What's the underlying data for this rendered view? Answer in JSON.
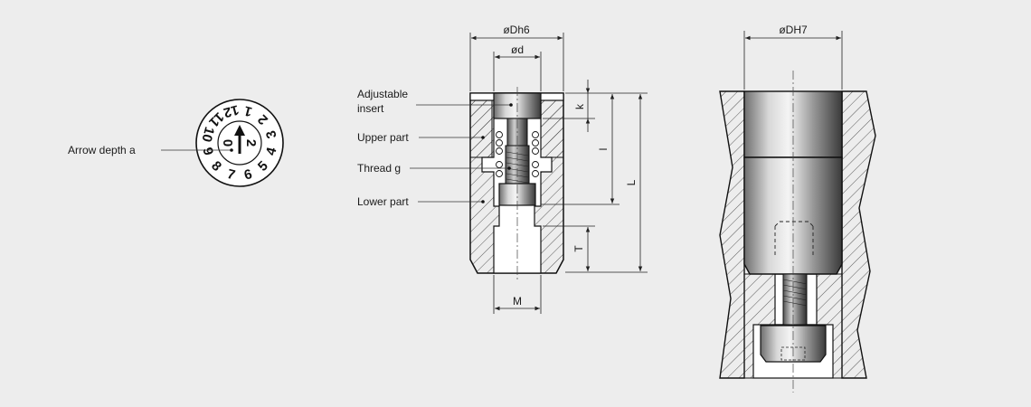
{
  "labels": {
    "arrow_depth": "Arrow depth a",
    "adjustable_insert_line1": "Adjustable",
    "adjustable_insert_line2": "insert",
    "upper_part": "Upper part",
    "thread_g": "Thread g",
    "lower_part": "Lower part"
  },
  "dimensions": {
    "outer_diameter": "øDh6",
    "inner_diameter": "ød",
    "k": "k",
    "l": "l",
    "L": "L",
    "T": "T",
    "M": "M",
    "bore_diameter": "øDH7"
  },
  "dial": {
    "center_numbers": [
      "2",
      "0"
    ],
    "ring_numbers": [
      "1",
      "2",
      "3",
      "4",
      "5",
      "6",
      "7",
      "8",
      "9",
      "10",
      "11",
      "12"
    ]
  },
  "colors": {
    "background": "#ededed",
    "line": "#1a1a1a",
    "hatch": "#333333",
    "part_fill": "#ffffff"
  }
}
